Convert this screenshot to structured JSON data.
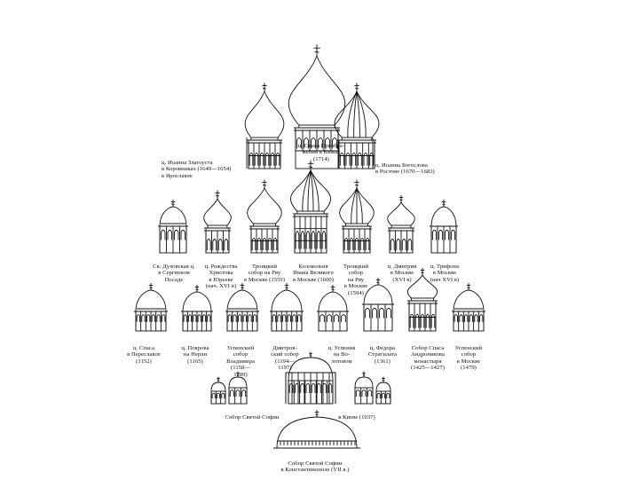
{
  "figure": {
    "labels": [
      {
        "id": "ioann-zlatoust",
        "lines": [
          "ц. Иоанна Златоуста",
          "в Коровниках (1649—1654)",
          "в Ярославле"
        ]
      },
      {
        "id": "spas-kizhi",
        "lines": [
          "ц. Спаса Преобра-",
          "жения в Кижах",
          "(1714)"
        ]
      },
      {
        "id": "ioann-bogoslov",
        "lines": [
          "ц. Иоанна Богослова",
          "в Ростове (1670—1683)"
        ]
      },
      {
        "id": "sv-duhovskaya",
        "lines": [
          "Св. Духовская ц.",
          "в Сергиевом",
          "Посаде"
        ]
      },
      {
        "id": "rozhdestvo",
        "lines": [
          "ц. Рождества",
          "Христова",
          "в Юрьеве",
          "(нач. XVI в)"
        ]
      },
      {
        "id": "troitsky-ru",
        "lines": [
          "Троицкий",
          "собор на Рву",
          "в Москве (1559)"
        ]
      },
      {
        "id": "kolokolnya",
        "lines": [
          "Колокольня",
          "Ивана Великого",
          "в Москве (1600)"
        ]
      },
      {
        "id": "troitsky-sobor",
        "lines": [
          "Троицкий",
          "собор",
          "на Рву",
          "в Москве",
          "(1594)"
        ]
      },
      {
        "id": "dmitry",
        "lines": [
          "ц. Дмитрия",
          "в Москве",
          "(XVI в)"
        ]
      },
      {
        "id": "trifon",
        "lines": [
          "ц. Трифона",
          "в Москве",
          "(нач XVI в)"
        ]
      },
      {
        "id": "spas-pereslavl",
        "lines": [
          "ц. Спаса",
          "в Переславле",
          "(1152)"
        ]
      },
      {
        "id": "pokrov-nerl",
        "lines": [
          "ц. Покрова",
          "на Нерли",
          "(1165)"
        ]
      },
      {
        "id": "uspensky-vladimir",
        "lines": [
          "Успенский",
          "собор",
          "Владимира",
          "(1158—",
          "1189)"
        ]
      },
      {
        "id": "dmitrovsky",
        "lines": [
          "Дмитров-",
          "ский собор",
          "(1194—",
          "1197)"
        ]
      },
      {
        "id": "uspenie-volotovo",
        "lines": [
          "ц. Успения",
          "на Во-",
          "лотовом"
        ]
      },
      {
        "id": "fedor-stratilat",
        "lines": [
          "ц. Федора",
          "Стратилата",
          "(1361)"
        ]
      },
      {
        "id": "spas-andronikov",
        "lines": [
          "Собор Спаса",
          "Андроникова",
          "монастыря",
          "(1425—1427)"
        ]
      },
      {
        "id": "uspensky-moscow",
        "lines": [
          "Успенский",
          "собор",
          "в Москве",
          "(1479)"
        ]
      },
      {
        "id": "sofia-left",
        "lines": [
          "Собор Святой Софии"
        ]
      },
      {
        "id": "sofia-kiev",
        "lines": [
          "в Киеве (1037)"
        ]
      },
      {
        "id": "sofia-cpl",
        "lines": [
          "Собор Святой Софии",
          "в Константинополе (VII в.)"
        ]
      }
    ]
  }
}
